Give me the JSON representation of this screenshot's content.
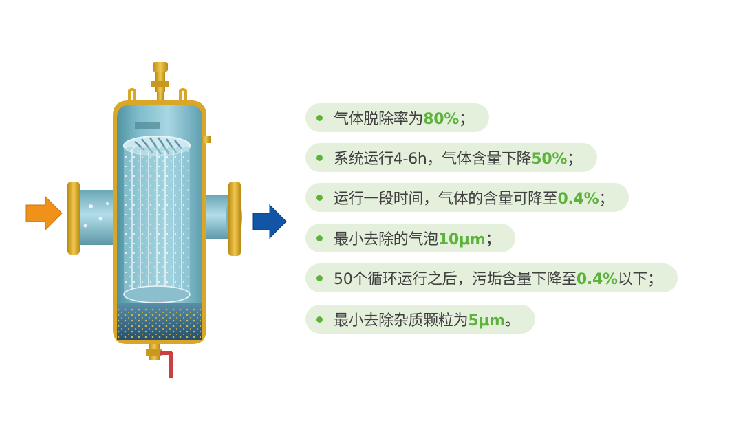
{
  "features": [
    {
      "pre": "气体脱除率为",
      "value": "80%",
      "post": "；"
    },
    {
      "pre": "系统运行4-6h，气体含量下降",
      "value": "50%",
      "post": "；"
    },
    {
      "pre": "运行一段时间，气体的含量可降至",
      "value": "0.4%",
      "post": "；"
    },
    {
      "pre": "最小去除的气泡",
      "value": "10μm",
      "post": "；"
    },
    {
      "pre": "50个循环运行之后，污垢含量下降至",
      "value": "0.4%",
      "post": "以下；"
    },
    {
      "pre": "最小去除杂质颗粒为",
      "value": "5μm",
      "post": "。"
    }
  ],
  "colors": {
    "pill_bg": "#e4f0dc",
    "accent_green": "#5bb33a",
    "text": "#404040",
    "inlet_arrow": "#f0921a",
    "outlet_arrow": "#1254a5",
    "housing_brass": "#e0b030"
  }
}
